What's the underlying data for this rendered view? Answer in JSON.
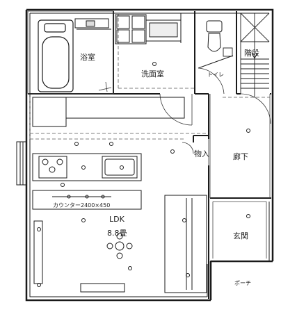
{
  "rooms": {
    "bath": "浴室",
    "washroom": "洗面室",
    "toilet": "トイレ",
    "stairs": "階段",
    "storage": "物入",
    "hallway": "廊下",
    "ldk": "LDK",
    "ldk_size": "8.8畳",
    "entrance": "玄関",
    "porch": "ポーチ"
  },
  "fixtures": {
    "counter": "カウンター2400×450"
  },
  "colors": {
    "wall": "#1a1a1a",
    "line": "#333333",
    "dash": "#555555"
  }
}
